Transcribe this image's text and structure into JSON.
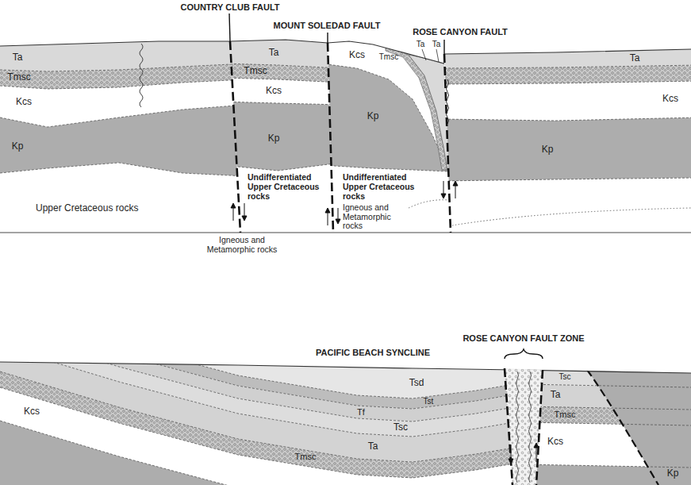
{
  "diagram": {
    "labels": [
      "COUNTRY CLUB FAULT",
      "MOUNT SOLEDAD FAULT",
      "ROSE CANYON FAULT",
      "Ta",
      "Tmsc",
      "Kcs",
      "Kp",
      "Ta",
      "Tmsc",
      "Kcs",
      "Kp",
      "Undifferentiated Upper Cretaceous rocks",
      "Igneous and Metamorphic rocks",
      "Tmsc",
      "Kcs",
      "Kp",
      "Undifferentiated Upper Cretaceous rocks",
      "Igneous and Metamorphic rocks",
      "Ta",
      "Ta",
      "Ta",
      "Kcs",
      "Kp",
      "Upper Cretaceous rocks",
      "PACIFIC BEACH SYNCLINE",
      "ROSE CANYON FAULT ZONE",
      "Tsd",
      "Tst",
      "Tf",
      "Tsc",
      "Ta",
      "Tmsc",
      "Kcs",
      "Tsc",
      "Ta",
      "Tmsc",
      "Kcs",
      "Kp"
    ]
  }
}
